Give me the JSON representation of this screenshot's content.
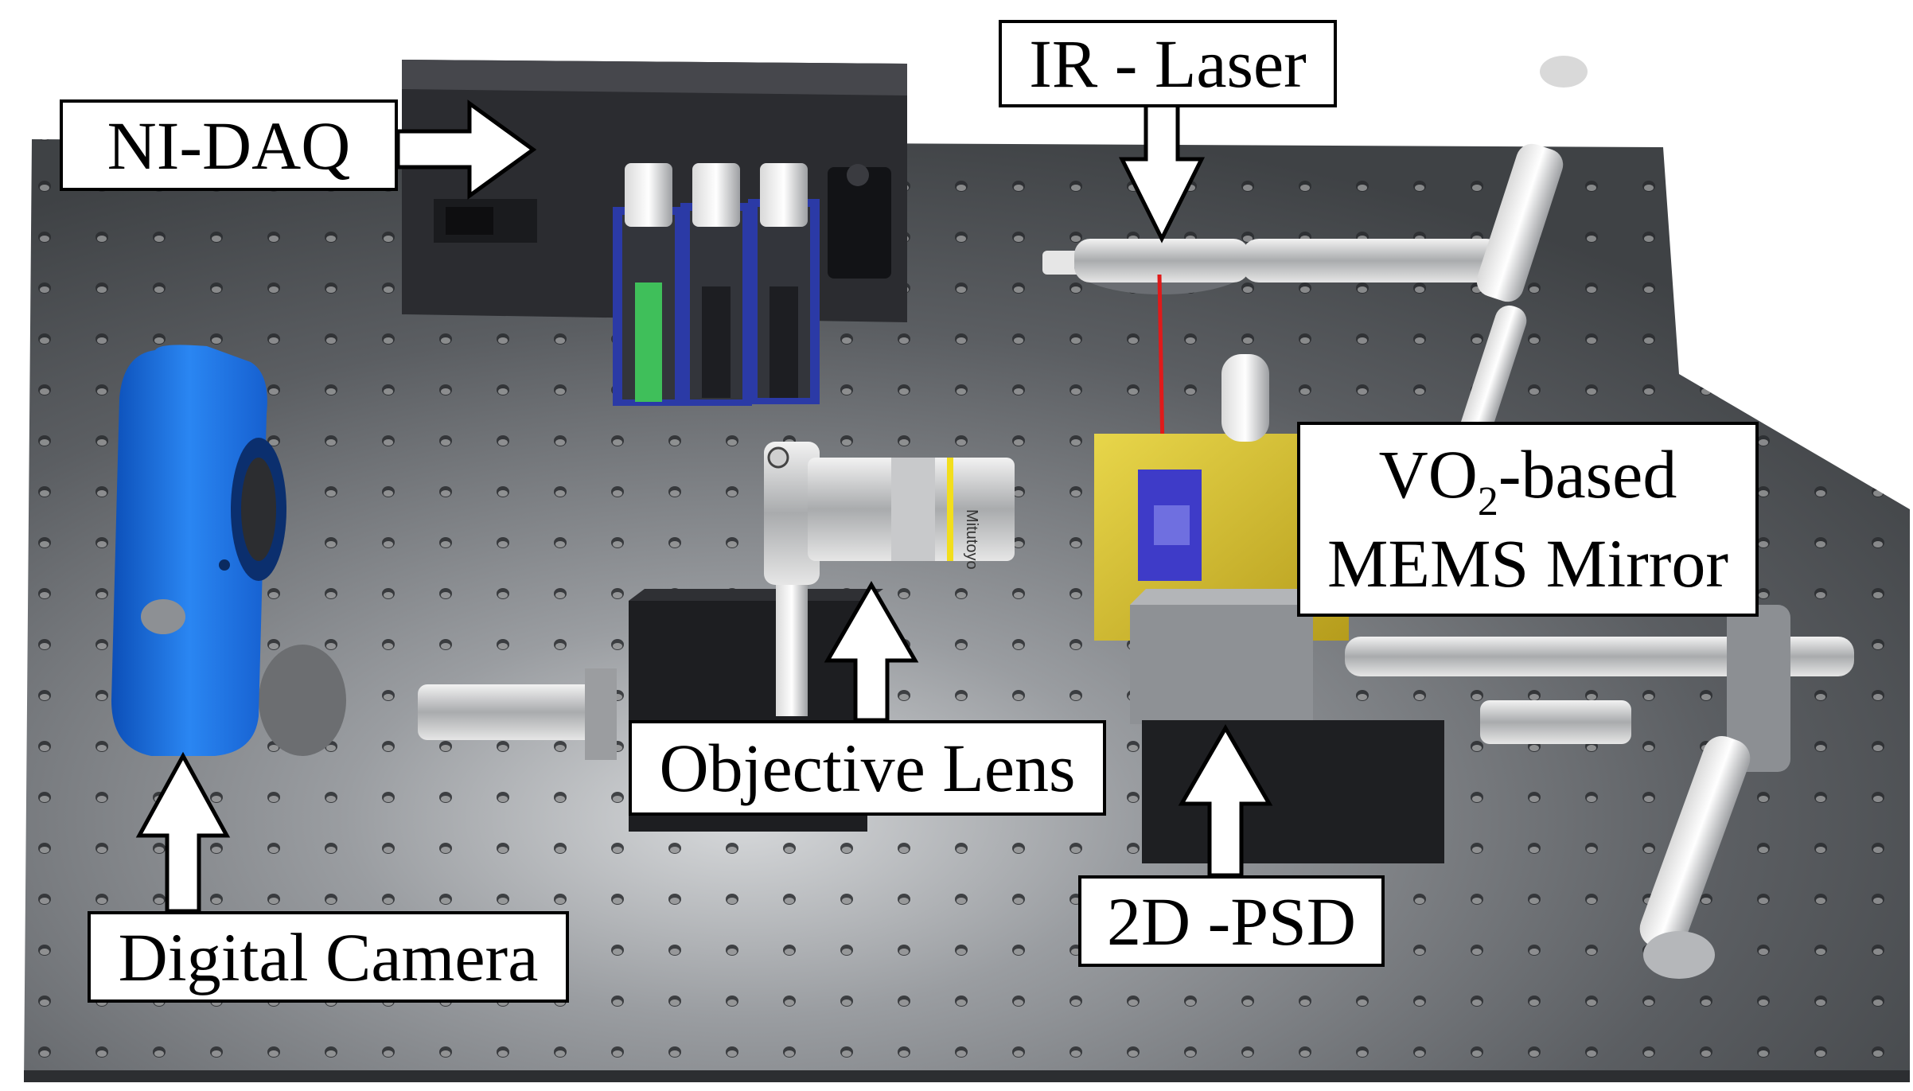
{
  "labels": {
    "ni_daq": "NI-DAQ",
    "ir_laser": "IR - Laser",
    "mirror_line1_prefix": "VO",
    "mirror_line1_sub": "2",
    "mirror_line1_suffix": "-based",
    "mirror_line2": "MEMS Mirror",
    "objective_lens": "Objective Lens",
    "digital_camera": "Digital Camera",
    "psd": "2D -PSD"
  },
  "device_text": {
    "lens_brand": "Mitutoyo"
  },
  "colors": {
    "table": "#56595d",
    "camera": "#1b6fe0",
    "daq_module": "#2b3aa6",
    "mems_chip": "#c9b430",
    "laser_beam": "#e01a1a",
    "terminal_block": "#3fbf5a"
  }
}
